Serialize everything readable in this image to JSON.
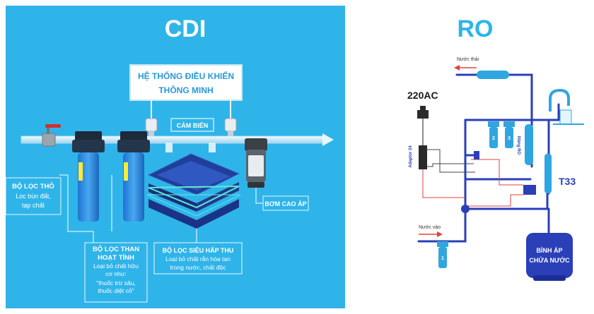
{
  "cdi": {
    "title": "CDI",
    "control_box": [
      "HỆ THỐNG ĐIỀU KHIỂN",
      "THÔNG MINH"
    ],
    "sensor_label": "CẢM BIẾN",
    "coarse_filter": {
      "title": "BỘ LỌC THÔ",
      "desc": [
        "Lọc bùn đất,",
        "tạp chất"
      ]
    },
    "carbon_filter": {
      "title": [
        "BỘ LỌC THAN",
        "HOẠT TÍNH"
      ],
      "desc": [
        "Loại bỏ chất hữu",
        "cơ như:",
        "\"thuốc trừ sâu,",
        "thuốc diệt cỏ\""
      ]
    },
    "super_filter": {
      "title": "BỘ LỌC SIÊU HẤP THU",
      "desc": [
        "Loại bỏ chất rắn hòa tan",
        "trong nước, chất độc"
      ]
    },
    "pump_label": "BƠM CAO ÁP",
    "colors": {
      "background": "#2fb4ea",
      "label": "#e8f7fd",
      "pipe": "#d6eefa"
    }
  },
  "ro": {
    "title": "RO",
    "power_label": "220AC",
    "waste_label": "Nước thải",
    "inlet_label": "Nước vào",
    "adapter_label": "Adaptor 24",
    "membrane_label": "Màng RO",
    "filter_numbers": [
      "1",
      "2",
      "3"
    ],
    "t33_label": "T33",
    "tank_label": [
      "BÌNH ÁP",
      "CHỨA NƯỚC"
    ],
    "colors": {
      "title": "#2db4ea",
      "pipe": "#2a3fb8",
      "filter": "#2fa6df",
      "arrow": "#e0433a",
      "wire": "#444444"
    }
  }
}
